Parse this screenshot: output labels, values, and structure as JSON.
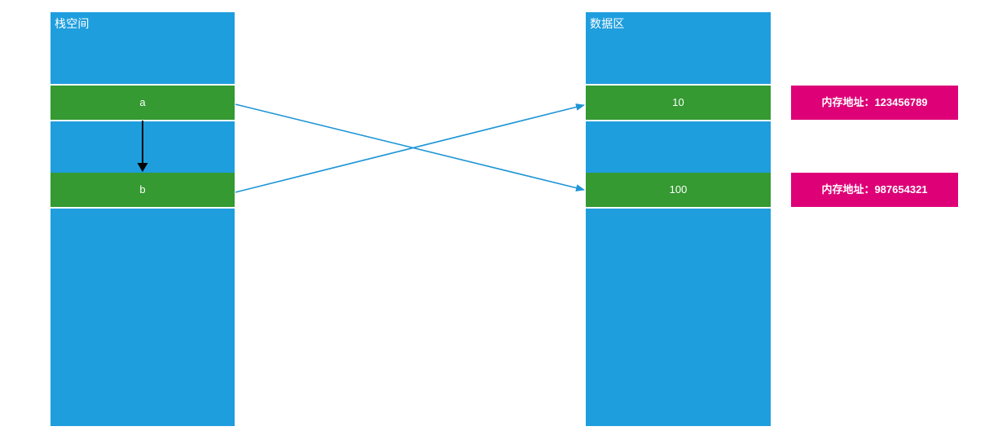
{
  "diagram": {
    "title": "",
    "colors": {
      "free_memory": "#1f9ede",
      "allocated_memory": "#349a31",
      "address_label": "#dd0077",
      "connector": "#2196d6",
      "pointer_arrow": "#000000",
      "text": "#ffffff",
      "background": "#ffffff"
    }
  },
  "stack_column": {
    "title": "栈空间",
    "segments": [
      {
        "label": "",
        "kind": "free"
      },
      {
        "label": "a",
        "kind": "used"
      },
      {
        "label": "",
        "kind": "free"
      },
      {
        "label": "b",
        "kind": "used"
      },
      {
        "label": "",
        "kind": "free"
      }
    ]
  },
  "data_column": {
    "title": "数据区",
    "segments": [
      {
        "label": "",
        "kind": "free"
      },
      {
        "label": "10",
        "kind": "used"
      },
      {
        "label": "",
        "kind": "free"
      },
      {
        "label": "100",
        "kind": "used"
      },
      {
        "label": "",
        "kind": "free"
      }
    ]
  },
  "address_labels": [
    {
      "text": "内存地址：123456789"
    },
    {
      "text": "内存地址：987654321"
    }
  ],
  "connectors": [
    {
      "from": "a",
      "to": "100"
    },
    {
      "from": "b",
      "to": "10"
    }
  ],
  "pointer_arrow": {
    "from": "a",
    "to": "b"
  }
}
